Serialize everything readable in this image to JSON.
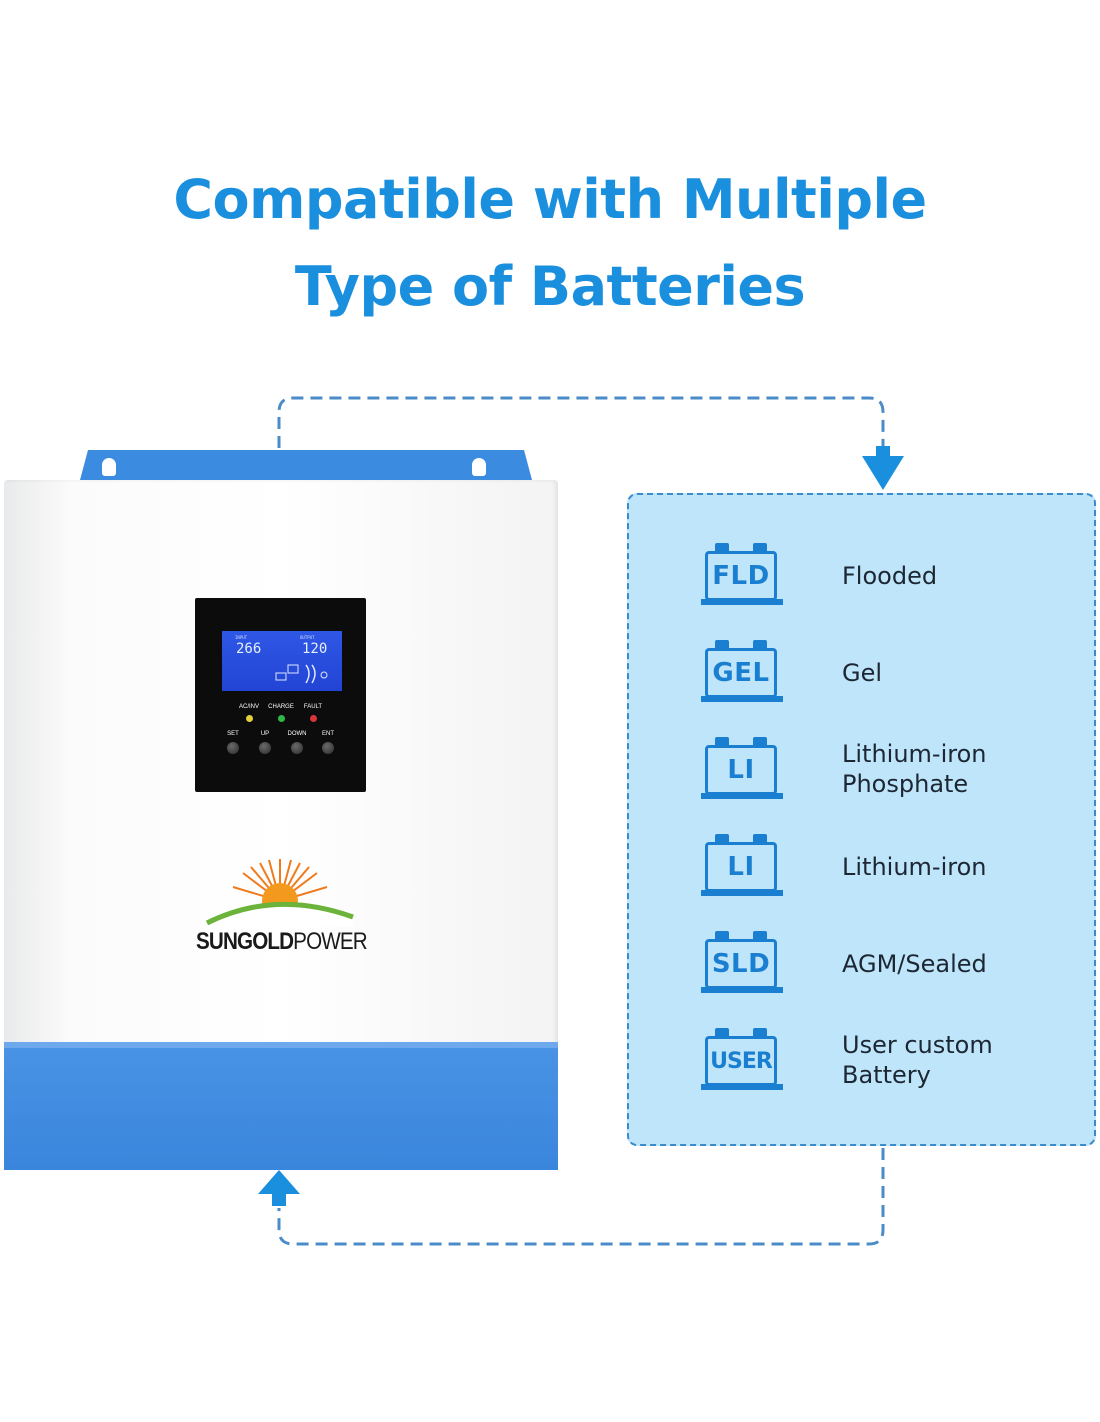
{
  "header": {
    "title_line_1": "Compatible with Multiple",
    "title_line_2": "Type of Batteries"
  },
  "colors": {
    "accent": "#1a8fde",
    "panel_bg": "#bfe5fb",
    "icon_blue": "#1a7fd0",
    "device_blue": "#3b8be0"
  },
  "inverter": {
    "lcd": {
      "left_label": "INPUT",
      "left_value": "266",
      "right_label": "OUTPUT",
      "right_value": "120"
    },
    "indicators": [
      "AC/INV",
      "CHARGE",
      "FAULT"
    ],
    "buttons": [
      "SET",
      "UP",
      "DOWN",
      "ENT"
    ],
    "brand": {
      "bold_part": "SUNGOLD",
      "light_part": "POWER"
    }
  },
  "battery_types": [
    {
      "code": "FLD",
      "label_line_1": "Flooded",
      "label_line_2": ""
    },
    {
      "code": "GEL",
      "label_line_1": "Gel",
      "label_line_2": ""
    },
    {
      "code": "LI",
      "label_line_1": "Lithium-iron",
      "label_line_2": "Phosphate"
    },
    {
      "code": "LI",
      "label_line_1": "Lithium-iron",
      "label_line_2": ""
    },
    {
      "code": "SLD",
      "label_line_1": "AGM/Sealed",
      "label_line_2": ""
    },
    {
      "code": "USER",
      "label_line_1": "User custom",
      "label_line_2": "Battery"
    }
  ]
}
